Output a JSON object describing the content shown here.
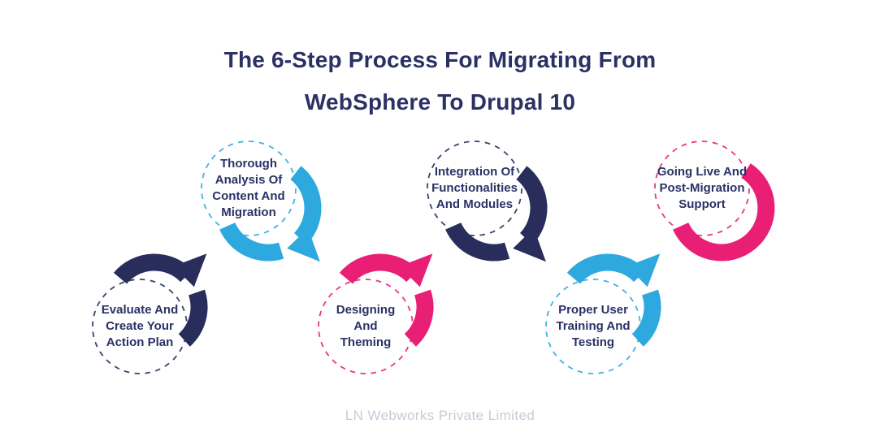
{
  "title": {
    "line1": "The 6-Step Process For Migrating From",
    "line2": "WebSphere To Drupal 10"
  },
  "colors": {
    "navy": "#292d5b",
    "blue": "#2ea9e0",
    "pink": "#e91f76",
    "label_text": "#2b3166",
    "title_text": "#2b3065",
    "footer_text": "#c8cad8",
    "background": "#ffffff"
  },
  "steps": [
    {
      "id": 1,
      "row": "bottom",
      "color": "navy",
      "has_arrow": true,
      "lines": [
        "Evaluate And",
        "Create Your",
        "Action Plan"
      ]
    },
    {
      "id": 2,
      "row": "top",
      "color": "blue",
      "has_arrow": true,
      "lines": [
        "Thorough",
        "Analysis Of",
        "Content And",
        "Migration"
      ]
    },
    {
      "id": 3,
      "row": "bottom",
      "color": "pink",
      "has_arrow": true,
      "lines": [
        "Designing",
        "And",
        "Theming"
      ]
    },
    {
      "id": 4,
      "row": "top",
      "color": "navy",
      "has_arrow": true,
      "lines": [
        "Integration Of",
        "Functionalities",
        "And Modules"
      ]
    },
    {
      "id": 5,
      "row": "bottom",
      "color": "blue",
      "has_arrow": true,
      "lines": [
        "Proper User",
        "Training And",
        "Testing"
      ]
    },
    {
      "id": 6,
      "row": "top",
      "color": "pink",
      "has_arrow": false,
      "lines": [
        "Going Live And",
        "Post-Migration",
        "Support"
      ]
    }
  ],
  "footer": {
    "text": "LN Webworks Private Limited"
  }
}
